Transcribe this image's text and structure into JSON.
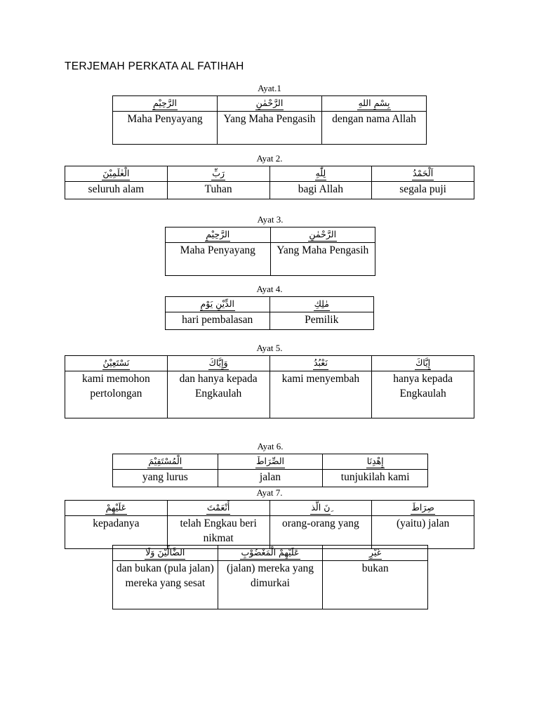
{
  "document": {
    "title": "TERJEMAH PERKATA AL FATIHAH"
  },
  "tables": [
    {
      "id": "blk-1",
      "label": "Ayat.1",
      "arabic": [
        "الرَّحِيْمِ",
        "الرَّحْمٰنِ",
        "بِسْمِ اللهِ"
      ],
      "translation": [
        "Maha Penyayang",
        "Yang Maha Pengasih",
        "dengan nama Allah"
      ]
    },
    {
      "id": "blk-2",
      "label": "Ayat 2.",
      "arabic": [
        "الْعٰلَمِيْنَ",
        "رَبِّ",
        "لِلّٰهِ",
        "اَلْحَمْدُ"
      ],
      "translation": [
        "seluruh alam",
        "Tuhan",
        "bagi Allah",
        "segala puji"
      ]
    },
    {
      "id": "blk-3",
      "label": "Ayat 3.",
      "arabic": [
        "الرَّحِيْمِ",
        "الرَّحْمٰنِ"
      ],
      "translation": [
        "Maha Penyayang",
        "Yang Maha Pengasih"
      ]
    },
    {
      "id": "blk-4",
      "label": "Ayat 4.",
      "arabic": [
        "الدِّيْنِ يَوْمِ",
        "مٰلِكِ"
      ],
      "translation": [
        "hari pembalasan",
        "Pemilik"
      ]
    },
    {
      "id": "blk-5",
      "label": "Ayat 5.",
      "arabic": [
        "نَسْتَعِيْنُ",
        "وَإِيَّاكَ",
        "نَعْبُدُ",
        "إِيَّاكَ"
      ],
      "translation": [
        "kami memohon pertolongan",
        "dan hanya kepada Engkaulah",
        "kami menyembah",
        "hanya kepada Engkaulah"
      ]
    },
    {
      "id": "blk-6",
      "label": "Ayat 6.",
      "arabic": [
        "الْمُسْتَقِيْمَ",
        "الصِّرَاطَ",
        "إِهْدِنَا"
      ],
      "translation": [
        "yang lurus",
        "jalan",
        "tunjukilah kami"
      ]
    },
    {
      "id": "blk-7",
      "label": "Ayat 7.",
      "arabic": [
        "عَلَيْهِمْ",
        "أَنْعَمْتَ",
        "ِنَ الَّذ",
        "صِرَاطَ"
      ],
      "translation": [
        "kepadanya",
        "telah Engkau beri nikmat",
        "orang-orang yang",
        "(yaitu) jalan"
      ]
    },
    {
      "id": "blk-8",
      "label": "",
      "arabic": [
        "الضَّالِّيْنَ وَلَا",
        "عَلَيْهِمْ الْمَغْضُوْبِ",
        "غَيْرِ"
      ],
      "translation": [
        "dan bukan (pula jalan) mereka yang sesat",
        "(jalan) mereka yang dimurkai",
        "bukan"
      ]
    }
  ]
}
